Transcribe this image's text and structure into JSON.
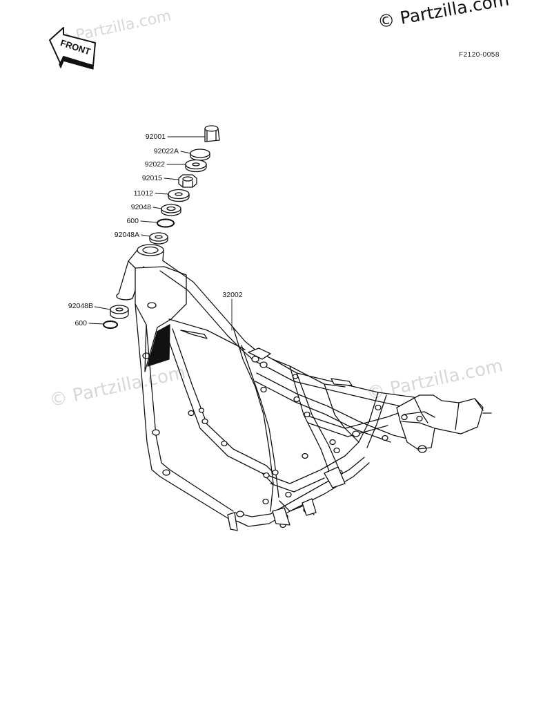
{
  "watermark": {
    "text": "© Partzilla.com"
  },
  "copyright": {
    "text": "© Partzilla.com"
  },
  "diagram_code": "F2120-0058",
  "front_label": "FRONT",
  "parts": [
    {
      "id": "92001"
    },
    {
      "id": "92022A"
    },
    {
      "id": "92022"
    },
    {
      "id": "92015"
    },
    {
      "id": "11012"
    },
    {
      "id": "92048"
    },
    {
      "id": "600"
    },
    {
      "id": "92048A"
    },
    {
      "id": "32002"
    },
    {
      "id": "92048B"
    },
    {
      "id": "600"
    }
  ]
}
